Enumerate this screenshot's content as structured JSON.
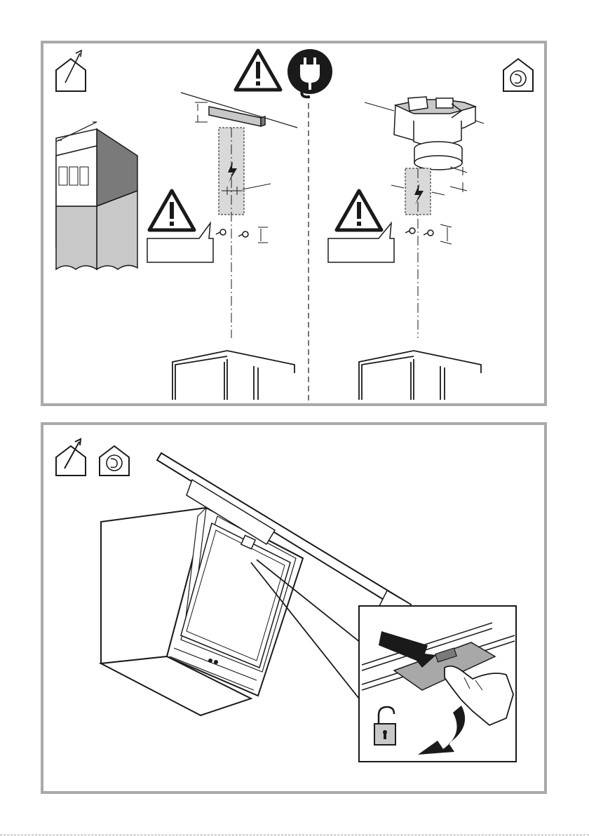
{
  "diagram": {
    "top_panel": {
      "left_mode_icon": "extraction-mode-house-icon",
      "right_mode_icon": "recirculation-mode-house-icon",
      "center_icons": [
        "warning-triangle-icon",
        "unplug-power-icon"
      ],
      "left_column": {
        "parts": [
          "chimney-cover",
          "wall-bracket",
          "electrical-zone",
          "wall-plugs-screws",
          "cabinet"
        ],
        "warning_icon": "warning-triangle-icon"
      },
      "right_column": {
        "parts": [
          "recirculation-adapter",
          "electrical-zone",
          "wall-plugs-screws",
          "cabinet"
        ],
        "warning_icon": "warning-triangle-icon"
      }
    },
    "bottom_panel": {
      "mode_icons": [
        "extraction-mode-house-icon",
        "recirculation-mode-house-icon"
      ],
      "parts": [
        "hood-body",
        "open-glass-panel",
        "grease-filter",
        "filter-latch-detail"
      ],
      "lock_icon": "unlocked-padlock-icon"
    }
  },
  "colors": {
    "frame": "#a9a9a9",
    "line": "#1a1a1a",
    "grey_fill": "#c8c8c8",
    "dark_fill": "#7a7a7a",
    "zone_fill": "#d9d9d9"
  }
}
